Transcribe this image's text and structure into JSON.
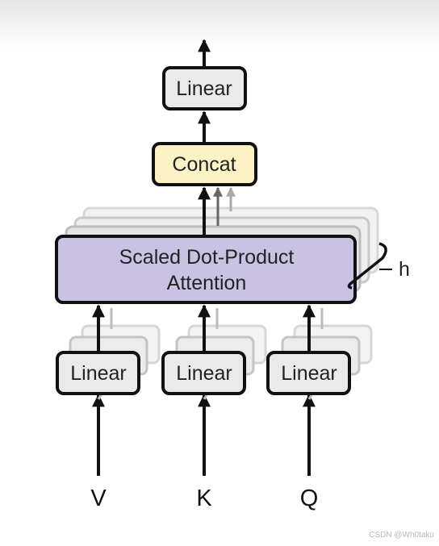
{
  "diagram": {
    "top_linear": "Linear",
    "concat": "Concat",
    "attention_line1": "Scaled Dot-Product",
    "attention_line2": "Attention",
    "head_count_label": "h",
    "linear_v": "Linear",
    "linear_k": "Linear",
    "linear_q": "Linear",
    "input_v": "V",
    "input_k": "K",
    "input_q": "Q"
  },
  "colors": {
    "linear_fill": "#e8ebe8",
    "concat_fill": "#fbf2c6",
    "attention_fill": "#c9c2e3",
    "stroke": "#111111"
  },
  "watermark": "CSDN @Wh0taku"
}
